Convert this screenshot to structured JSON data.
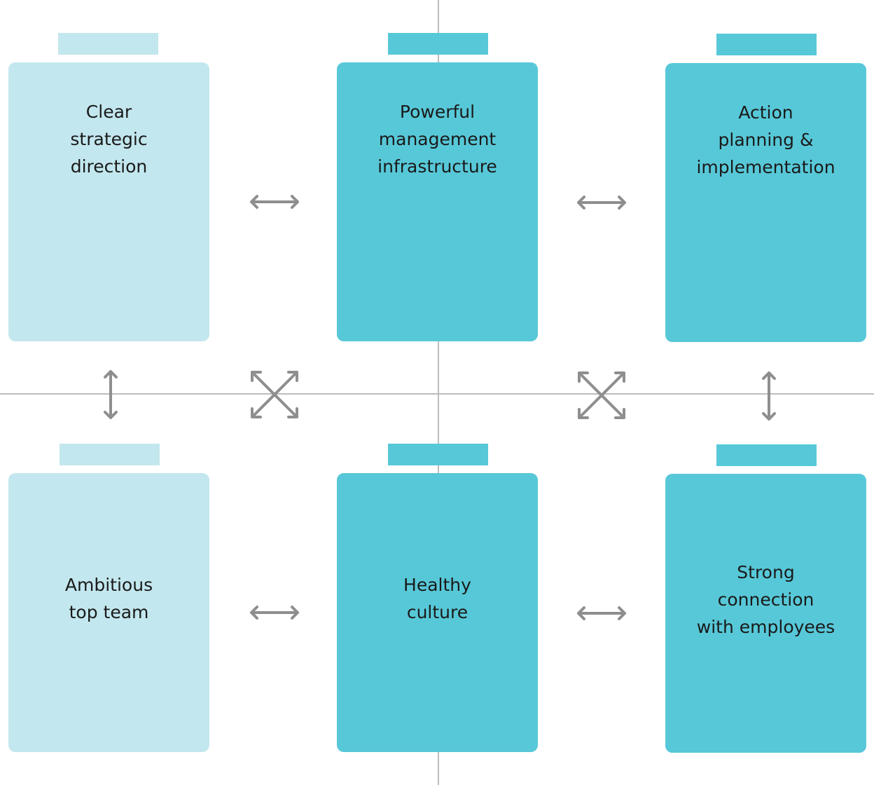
{
  "colors": {
    "light": "#c3e7ee",
    "dark": "#57c8d8",
    "arrow": "#8e8e8e",
    "axis": "#bdbdbd"
  },
  "boxes": [
    {
      "label": "Clear\nstrategic\ndirection",
      "style": "light"
    },
    {
      "label": "Powerful\nmanagement\ninfrastructure",
      "style": "dark"
    },
    {
      "label": "Action\nplanning &\nimplementation",
      "style": "dark"
    },
    {
      "label": "Ambitious\ntop team",
      "style": "light"
    },
    {
      "label": "Healthy\nculture",
      "style": "dark"
    },
    {
      "label": "Strong\nconnection\nwith employees",
      "style": "dark"
    }
  ]
}
